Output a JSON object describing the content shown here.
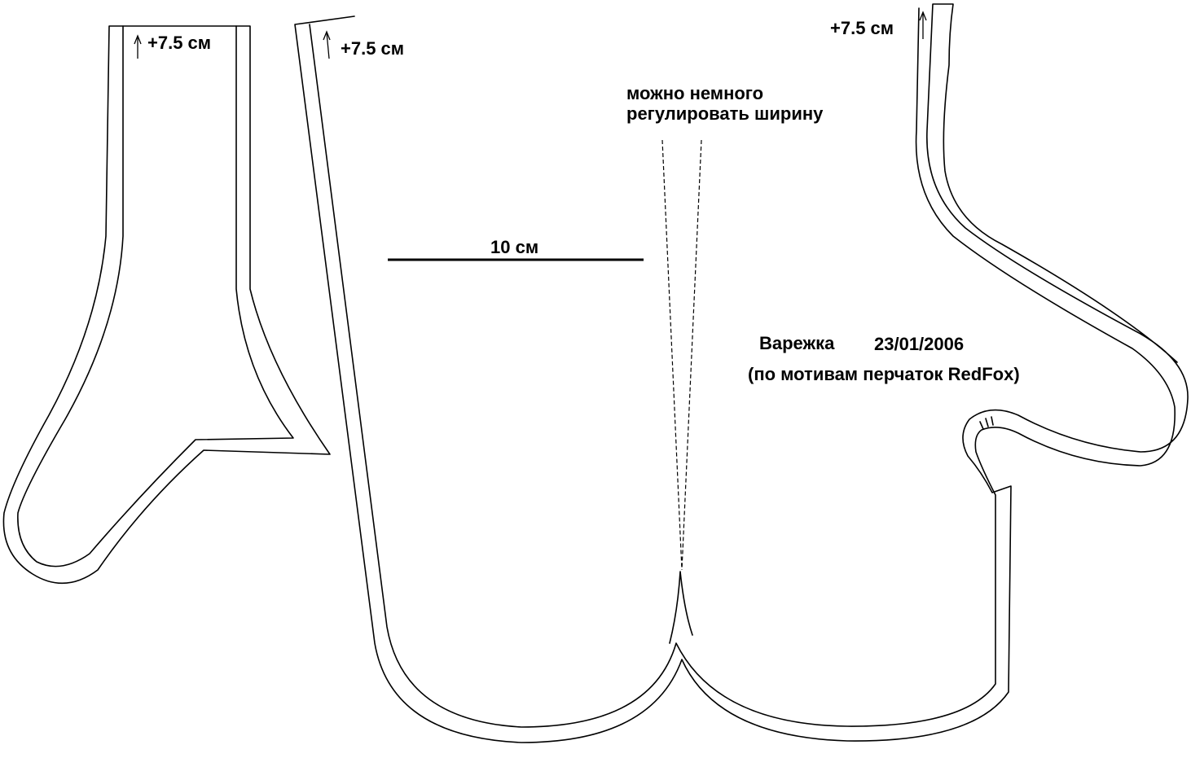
{
  "labels": {
    "thumb_allowance": "+7.5 см",
    "left_allowance": "+7.5 см",
    "right_allowance": "+7.5 см",
    "width_note_line1": "можно немного",
    "width_note_line2": "регулировать ширину",
    "scale_label": "10 см",
    "title": "Варежка",
    "date": "23/01/2006",
    "subtitle": "(по мотивам перчаток RedFox)"
  },
  "colors": {
    "stroke": "#000000",
    "background": "#ffffff"
  }
}
